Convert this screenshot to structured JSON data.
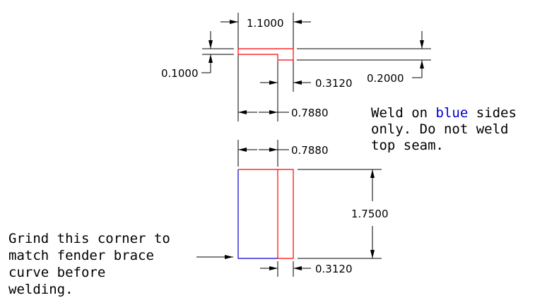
{
  "colors": {
    "background": "#ffffff",
    "line": "#000000",
    "part_outline": "#ff0000",
    "weld_side": "#0000cc"
  },
  "dimensions": {
    "top_width": "1.1000",
    "top_thickness": "0.1000",
    "top_step": "0.3120",
    "top_overall_height": "0.2000",
    "top_body_width": "0.7880",
    "front_width": "0.7880",
    "front_height": "1.7500",
    "front_step": "0.3120"
  },
  "notes": {
    "weld_line1_pre": "Weld on ",
    "weld_line1_highlight": "blue",
    "weld_line1_post": " sides",
    "weld_line2": "only. Do not weld",
    "weld_line3": "top seam.",
    "grind_line1": "Grind this corner to",
    "grind_line2": "match fender brace",
    "grind_line3": "curve before",
    "grind_line4": "welding."
  }
}
